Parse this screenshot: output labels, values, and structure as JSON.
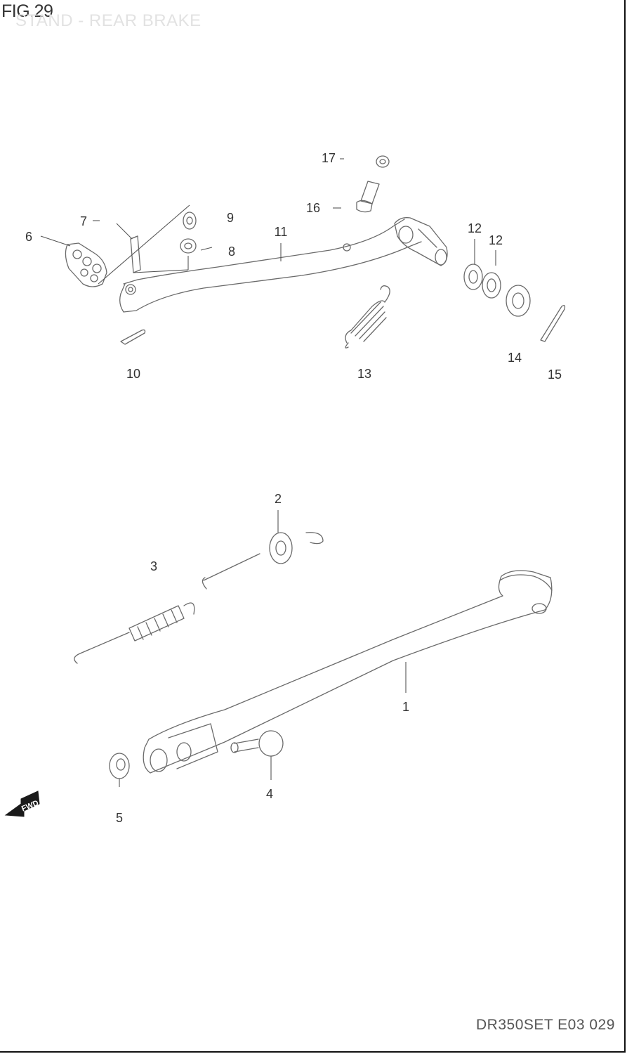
{
  "header": {
    "figure_number": "FIG.29",
    "title": "STAND - REAR BRAKE"
  },
  "footer": {
    "drawing_code": "DR350SET E03 029"
  },
  "fwd_marker": {
    "label": "FWD",
    "icon": "fwd-arrow-icon"
  },
  "callouts": [
    "1",
    "2",
    "3",
    "4",
    "5",
    "6",
    "7",
    "8",
    "9",
    "10",
    "11",
    "12",
    "12",
    "13",
    "14",
    "15",
    "16",
    "17"
  ]
}
